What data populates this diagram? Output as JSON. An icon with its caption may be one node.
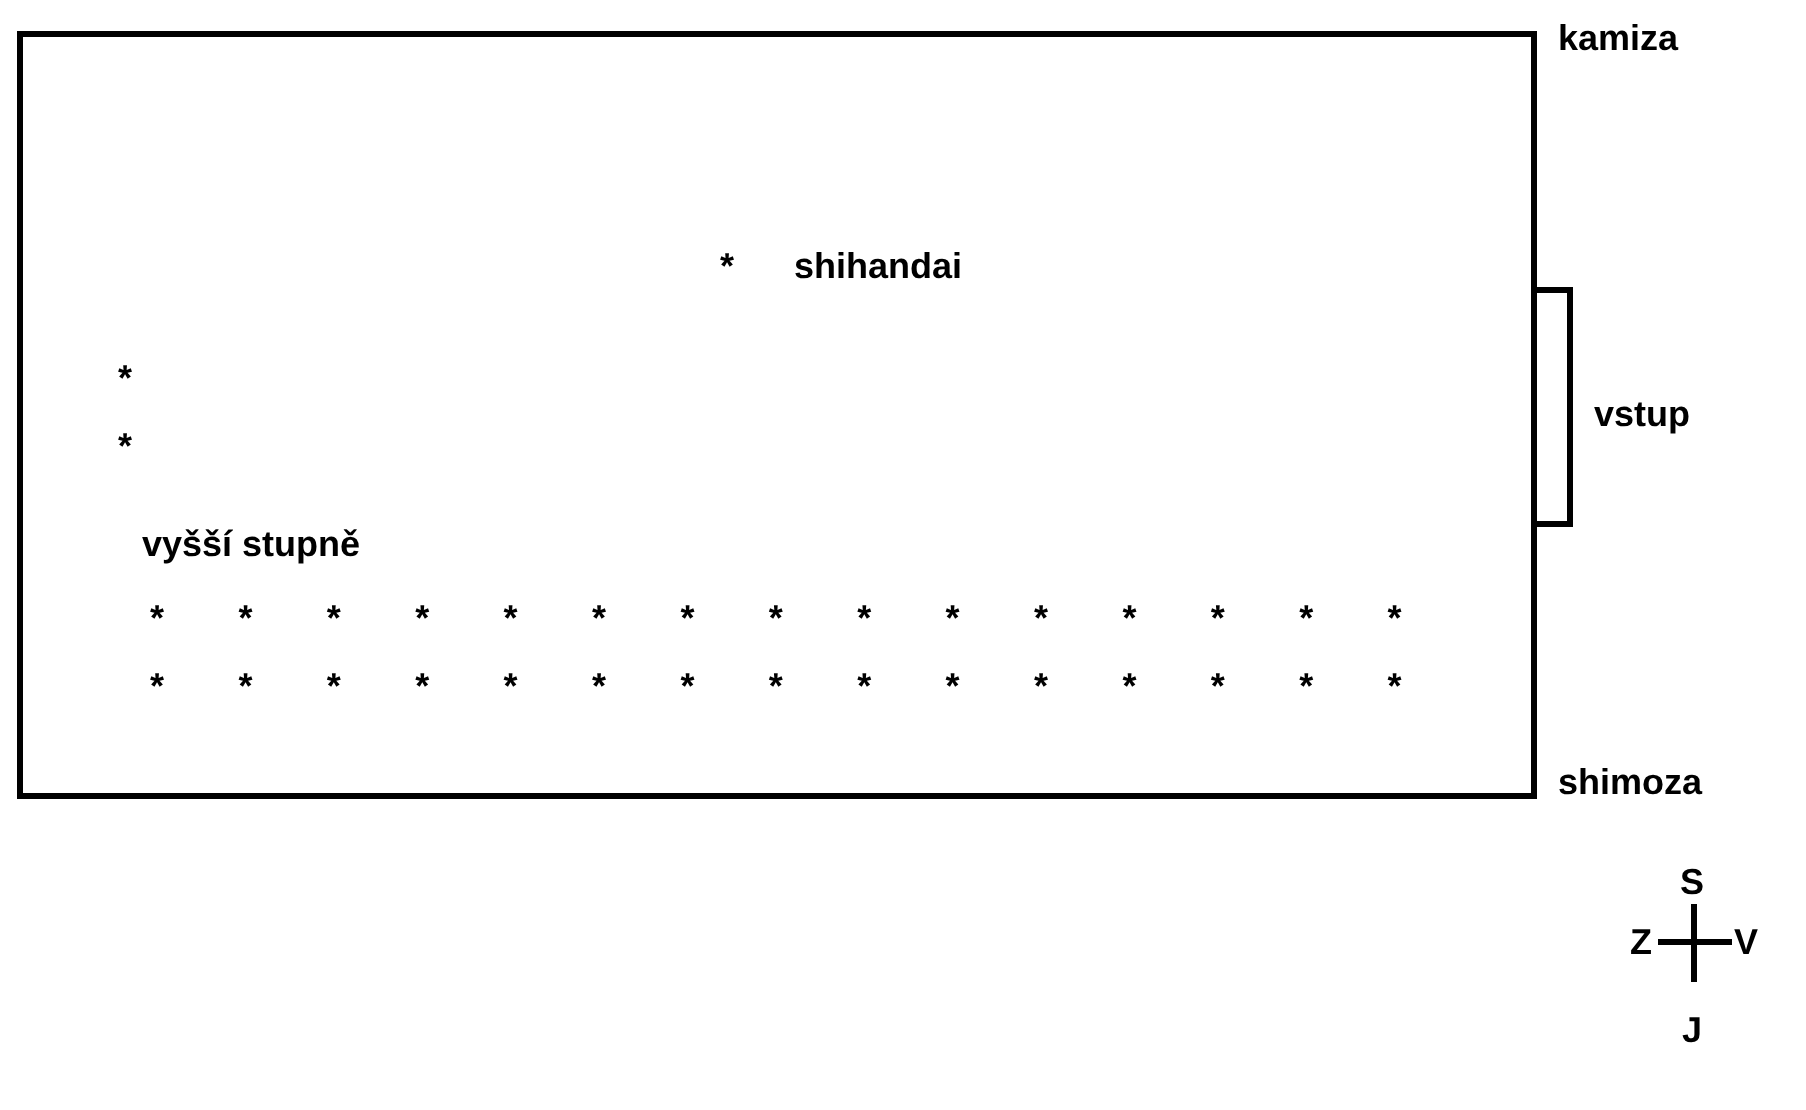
{
  "diagram": {
    "labels": [
      "kamiza",
      "*",
      "shihandai",
      "*",
      "vstup",
      "*",
      "vyšší stupně",
      "*",
      "*",
      "*",
      "*",
      "*",
      "*",
      "*",
      "*",
      "*",
      "*",
      "*",
      "*",
      "*",
      "*",
      "*",
      "*",
      "*",
      "*",
      "*",
      "*",
      "*",
      "*",
      "*",
      "*",
      "*",
      "*",
      "*",
      "*",
      "*",
      "*",
      "shimoza",
      "S",
      "Z",
      "V",
      "J"
    ]
  }
}
